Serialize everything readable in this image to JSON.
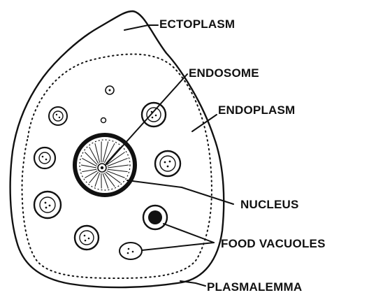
{
  "labels": {
    "ectoplasm": "ECTOPLASM",
    "endosome": "ENDOSOME",
    "endoplasm": "ENDOPLASM",
    "nucleus": "NUCLEUS",
    "food_vacuoles": "FOOD VACUOLES",
    "plasmalemma": "PLASMALEMMA"
  },
  "colors": {
    "ink": "#111111",
    "background": "#ffffff"
  }
}
